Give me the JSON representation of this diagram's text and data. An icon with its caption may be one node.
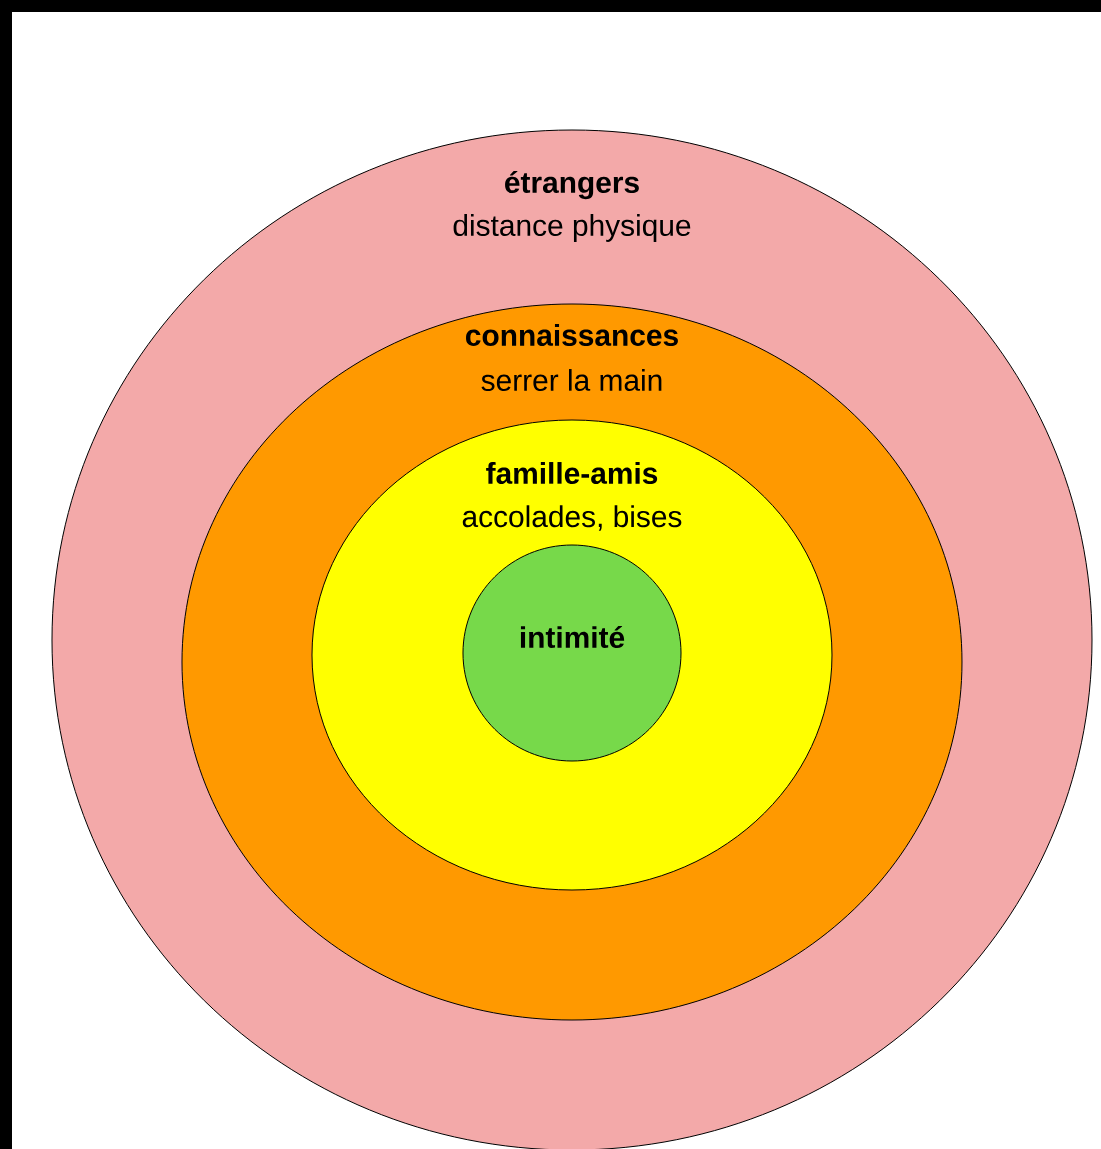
{
  "diagram": {
    "nodes": [
      {
        "text": [
          "étrangers",
          "distance physique"
        ]
      },
      {
        "text": [
          "connaissances",
          "serrer la main"
        ],
        "in": 0
      },
      {
        "text": [
          "famille-amis",
          "accolades, bises"
        ],
        "in": 1
      },
      {
        "text": [
          "intimité"
        ],
        "in": 2
      }
    ]
  }
}
